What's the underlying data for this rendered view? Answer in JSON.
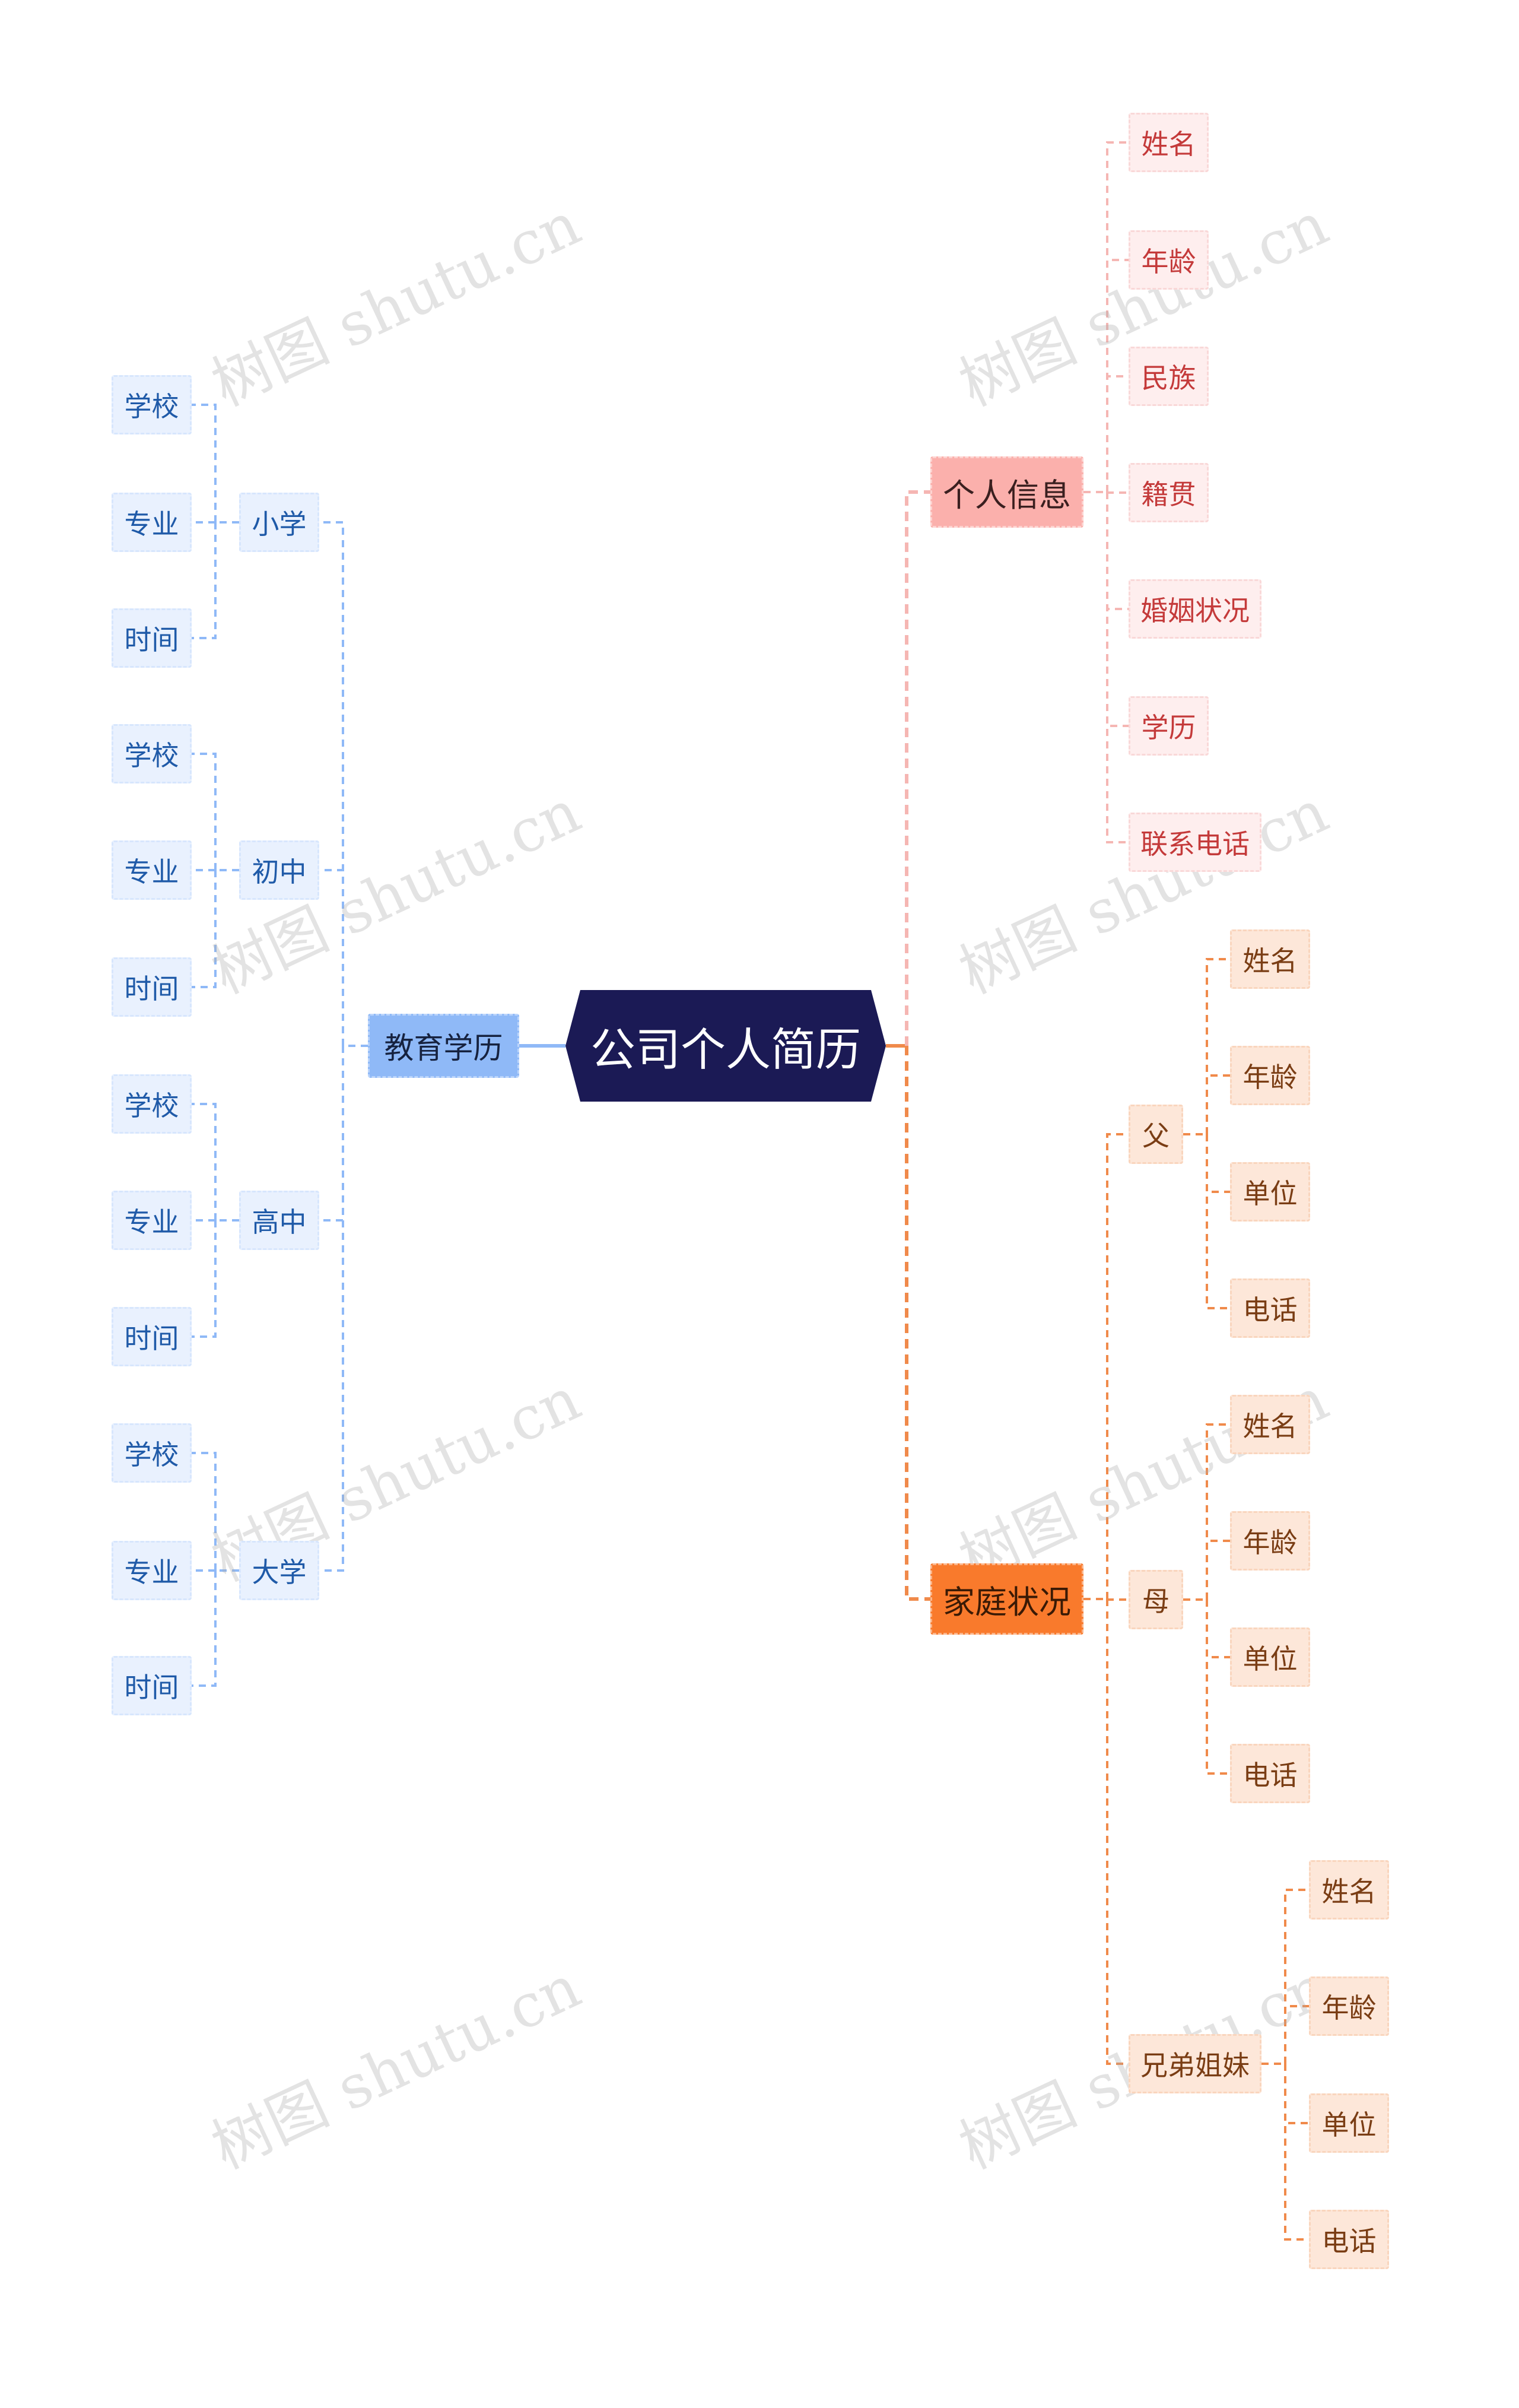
{
  "root": {
    "label": "公司个人简历",
    "color": "#1b1a55"
  },
  "colors": {
    "education": "#8fb9f7",
    "personal": "#fbb0ac",
    "family": "#f97a2c"
  },
  "education": {
    "label": "教育学历",
    "stages": [
      {
        "label": "小学",
        "fields": [
          "学校",
          "专业",
          "时间"
        ]
      },
      {
        "label": "初中",
        "fields": [
          "学校",
          "专业",
          "时间"
        ]
      },
      {
        "label": "高中",
        "fields": [
          "学校",
          "专业",
          "时间"
        ]
      },
      {
        "label": "大学",
        "fields": [
          "学校",
          "专业",
          "时间"
        ]
      }
    ]
  },
  "personal": {
    "label": "个人信息",
    "fields": [
      "姓名",
      "年龄",
      "民族",
      "籍贯",
      "婚姻状况",
      "学历",
      "联系电话"
    ]
  },
  "family": {
    "label": "家庭状况",
    "members": [
      {
        "label": "父",
        "fields": [
          "姓名",
          "年龄",
          "单位",
          "电话"
        ]
      },
      {
        "label": "母",
        "fields": [
          "姓名",
          "年龄",
          "单位",
          "电话"
        ]
      },
      {
        "label": "兄弟姐妹",
        "fields": [
          "姓名",
          "年龄",
          "单位",
          "电话"
        ]
      }
    ]
  },
  "watermark": "树图 shutu.cn"
}
